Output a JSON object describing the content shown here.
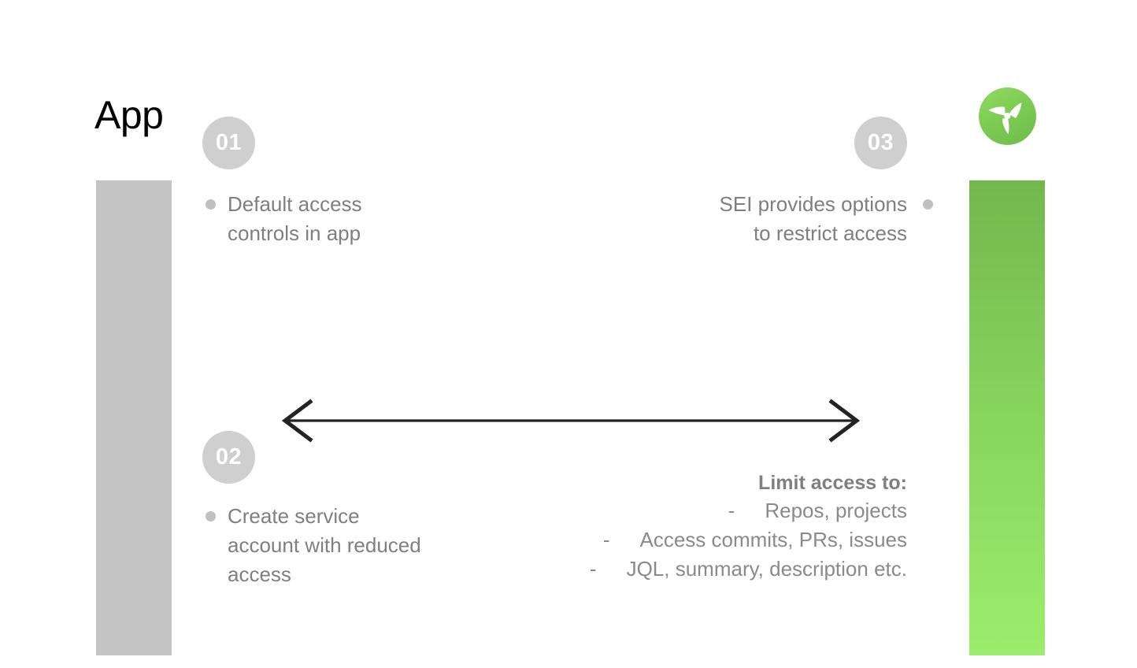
{
  "slide": {
    "title": "App",
    "background_color": "#ffffff"
  },
  "colors": {
    "accent_green_top": "#72b84e",
    "accent_green_bottom": "#9ced6d",
    "neutral_gray_bar": "#c4c4c4",
    "badge_gray": "#cfcfcf",
    "body_text_gray": "#7f7f7f",
    "arrow_black": "#232323"
  },
  "bars": {
    "left": {
      "name": "app-column",
      "color": "#c4c4c4"
    },
    "right": {
      "name": "sei-column",
      "color_top": "#72b84e",
      "color_bottom": "#9ced6d"
    }
  },
  "steps": [
    {
      "number": "01",
      "text": "Default access controls in app",
      "align": "left"
    },
    {
      "number": "02",
      "text": "Create service account with reduced access",
      "align": "left"
    },
    {
      "number": "03",
      "text": "SEI provides options to restrict access",
      "align": "right"
    }
  ],
  "limit_access": {
    "heading": "Limit access to:",
    "dash": "-",
    "items": [
      "Repos, projects",
      "Access commits, PRs, issues",
      "JQL, summary, description etc."
    ]
  },
  "arrow": {
    "name": "double-headed-arrow",
    "direction": "bidirectional"
  },
  "logo": {
    "name": "sei-propeller-logo",
    "shape": "green-circle-with-white-three-blade-propeller"
  }
}
